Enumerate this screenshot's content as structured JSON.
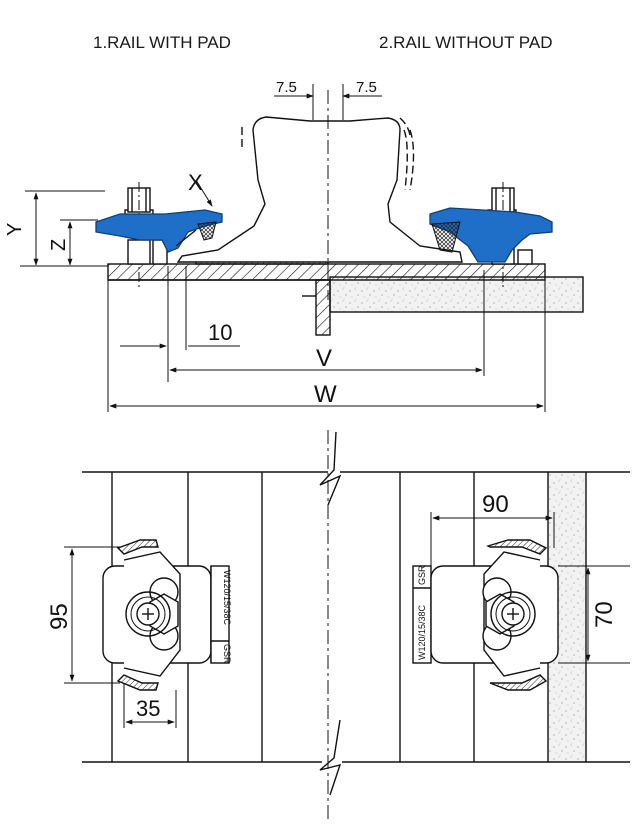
{
  "titles": {
    "left": "1.RAIL WITH PAD",
    "right": "2.RAIL WITHOUT PAD"
  },
  "section_dimensions": {
    "top_left": "7.5",
    "top_right": "7.5",
    "x": "X",
    "y": "Y",
    "z": "Z",
    "ten": "10",
    "v": "V",
    "w": "W"
  },
  "plan_dimensions": {
    "left_height": "95",
    "left_width": "35",
    "right_width": "90",
    "right_height": "70"
  },
  "clip_labels": {
    "code": "W120/15/38C",
    "brand": "GSR"
  },
  "colors": {
    "clip_blue": "#1f6fc9",
    "line": "#111111",
    "concrete": "#e4e4e4"
  }
}
